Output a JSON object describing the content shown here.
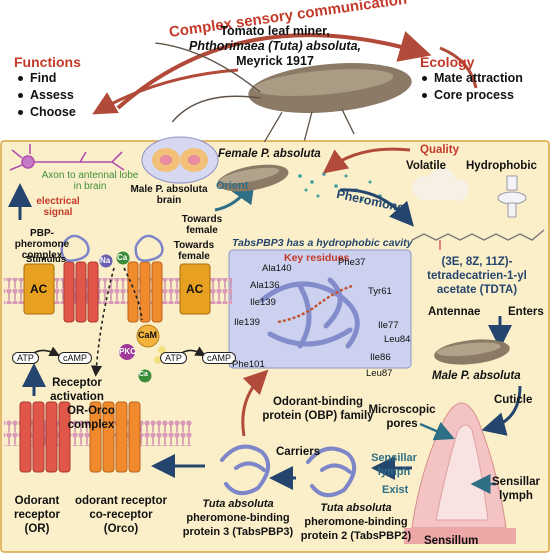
{
  "header": {
    "title": "Complex sensory communication",
    "species_common": "Tomato leaf miner,",
    "species_latin": "Phthorimaea (Tuta) absoluta,",
    "species_author": "Meyrick 1917",
    "functions_title": "Functions",
    "functions": [
      "Find",
      "Assess",
      "Choose"
    ],
    "ecology_title": "Ecology",
    "ecology": [
      "Mate attraction",
      "Core process"
    ]
  },
  "diagram": {
    "axon_label": "Axon to antennal lobe in brain",
    "electrical_signal": "electrical signal",
    "male_brain": "Male P. absoluta brain",
    "female": "Female P. absoluta",
    "orient": "Orient",
    "towards_female_top": "Towards female",
    "quality": "Quality",
    "volatile": "Volatile",
    "hydrophobic": "Hydrophobic",
    "pheromone": "Pheromone",
    "pbp_complex": "PBP-pheromone complex",
    "stimulus": "Stimulus",
    "na": "Na",
    "ca": "Ca",
    "towards_female_mid": "Towards female",
    "ac": "AC",
    "cam": "CaM",
    "pkc": "PKC",
    "atp": "ATP",
    "camp": "cAMP",
    "cavity_title": "TabsPBP3 has a hydrophobic cavity",
    "key_residues": "Key residues",
    "residues": [
      "Ala140",
      "Phe37",
      "Ala136",
      "Tyr61",
      "Ile139",
      "Ile139",
      "Ile77",
      "Leu84",
      "Ile86",
      "Phe101",
      "Leu87"
    ],
    "tdta": [
      "(3E, 8Z, 11Z)-",
      "tetradecatrien-1-yl",
      "acetate (TDTA)"
    ],
    "antennae": "Antennae",
    "enters": "Enters",
    "male_moth": "Male P. absoluta",
    "cuticle": "Cuticle",
    "receptor_activation": [
      "Receptor",
      "activation"
    ],
    "or_orco_complex": [
      "OR-Orco",
      "complex"
    ],
    "obp_family": [
      "Odorant-binding",
      "protein (OBP) family"
    ],
    "carriers": "Carriers",
    "microscopic_pores": [
      "Microscopic",
      "pores"
    ],
    "sensillar_lymph_inner": [
      "Sensillar",
      "lymph"
    ],
    "exist": "Exist",
    "sensillar_lymph_outer": [
      "Sensillar",
      "lymph"
    ],
    "sensillum": "Sensillum",
    "odorant_receptor": [
      "Odorant",
      "receptor",
      "(OR)"
    ],
    "co_receptor": [
      "odorant receptor",
      "co-receptor",
      "(Orco)"
    ],
    "pbp3": [
      "Tuta absoluta",
      "pheromone-binding",
      "protein 3 (TabsPBP3)"
    ],
    "pbp2": [
      "Tuta absoluta",
      "pheromone-binding",
      "protein 2 (TabsPBP2)"
    ]
  },
  "colors": {
    "panel": "#fbefc9",
    "panel_border": "#d9a441",
    "arrow_red": "#b24a3a",
    "arrow_navy": "#24456e",
    "receptor_red": "#e0574a",
    "receptor_orange": "#f08a2c",
    "ac_box": "#e8a020",
    "cavity_panel": "#cbd1ee",
    "protein": "#7d86c9",
    "membrane": "#d89ab8",
    "label_red": "#c43a2a",
    "label_green": "#3e8f3a",
    "label_blue": "#24456e"
  }
}
